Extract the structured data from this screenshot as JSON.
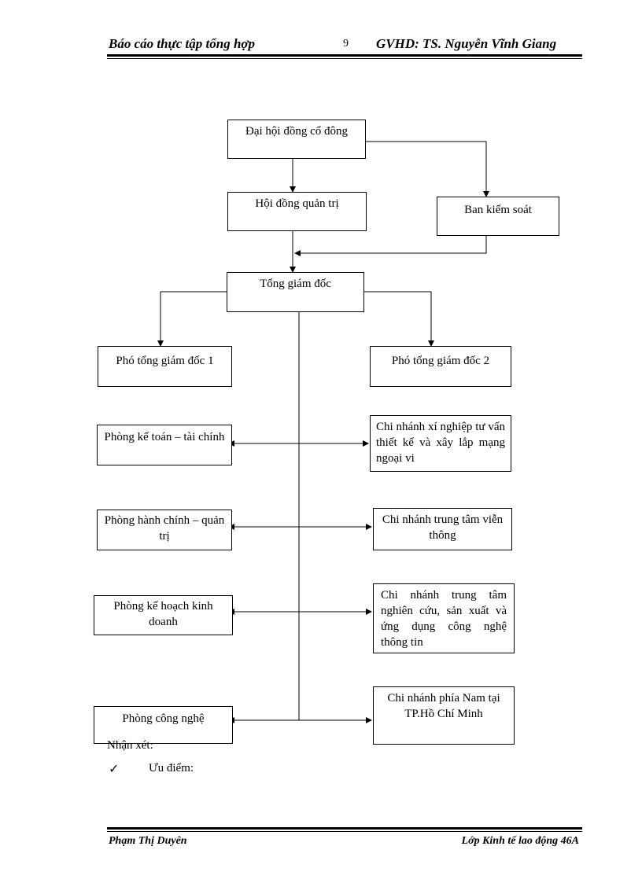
{
  "header": {
    "left": "Báo cáo thực tập tổng hợp",
    "page_number": "9",
    "right": "GVHD: TS. Nguyễn Vĩnh Giang"
  },
  "org_chart": {
    "shareholders": "Đại hội đồng cổ đông",
    "board": "Hội đồng quản trị",
    "supervisory": "Ban kiểm soát",
    "ceo": "Tổng giám đốc",
    "deputy1": "Phó tổng giám đốc 1",
    "deputy2": "Phó tổng giám đốc 2",
    "dept_accounting": "Phòng kế toán – tài chính",
    "dept_admin": "Phòng hành chính – quản trị",
    "dept_planning": "Phòng kế hoạch kinh doanh",
    "dept_technology": "Phòng công nghệ",
    "branch_design": "Chi nhánh xí nghiệp tư vấn thiết kế và xây lắp mạng ngoại vi",
    "branch_telecom": "Chi nhánh trung tâm viễn thông",
    "branch_research": "Chi nhánh trung tâm nghiên cứu, sản xuất và ứng dụng công nghệ thông tin",
    "branch_south": "Chi nhánh phía Nam tại TP.Hồ Chí Minh"
  },
  "notes": {
    "remark": "Nhận xét:",
    "checkmark": "✓",
    "advantage": "Ưu điểm:"
  },
  "footer": {
    "left": "Phạm Thị Duyên",
    "right": "Lớp Kinh tế lao động 46A"
  }
}
